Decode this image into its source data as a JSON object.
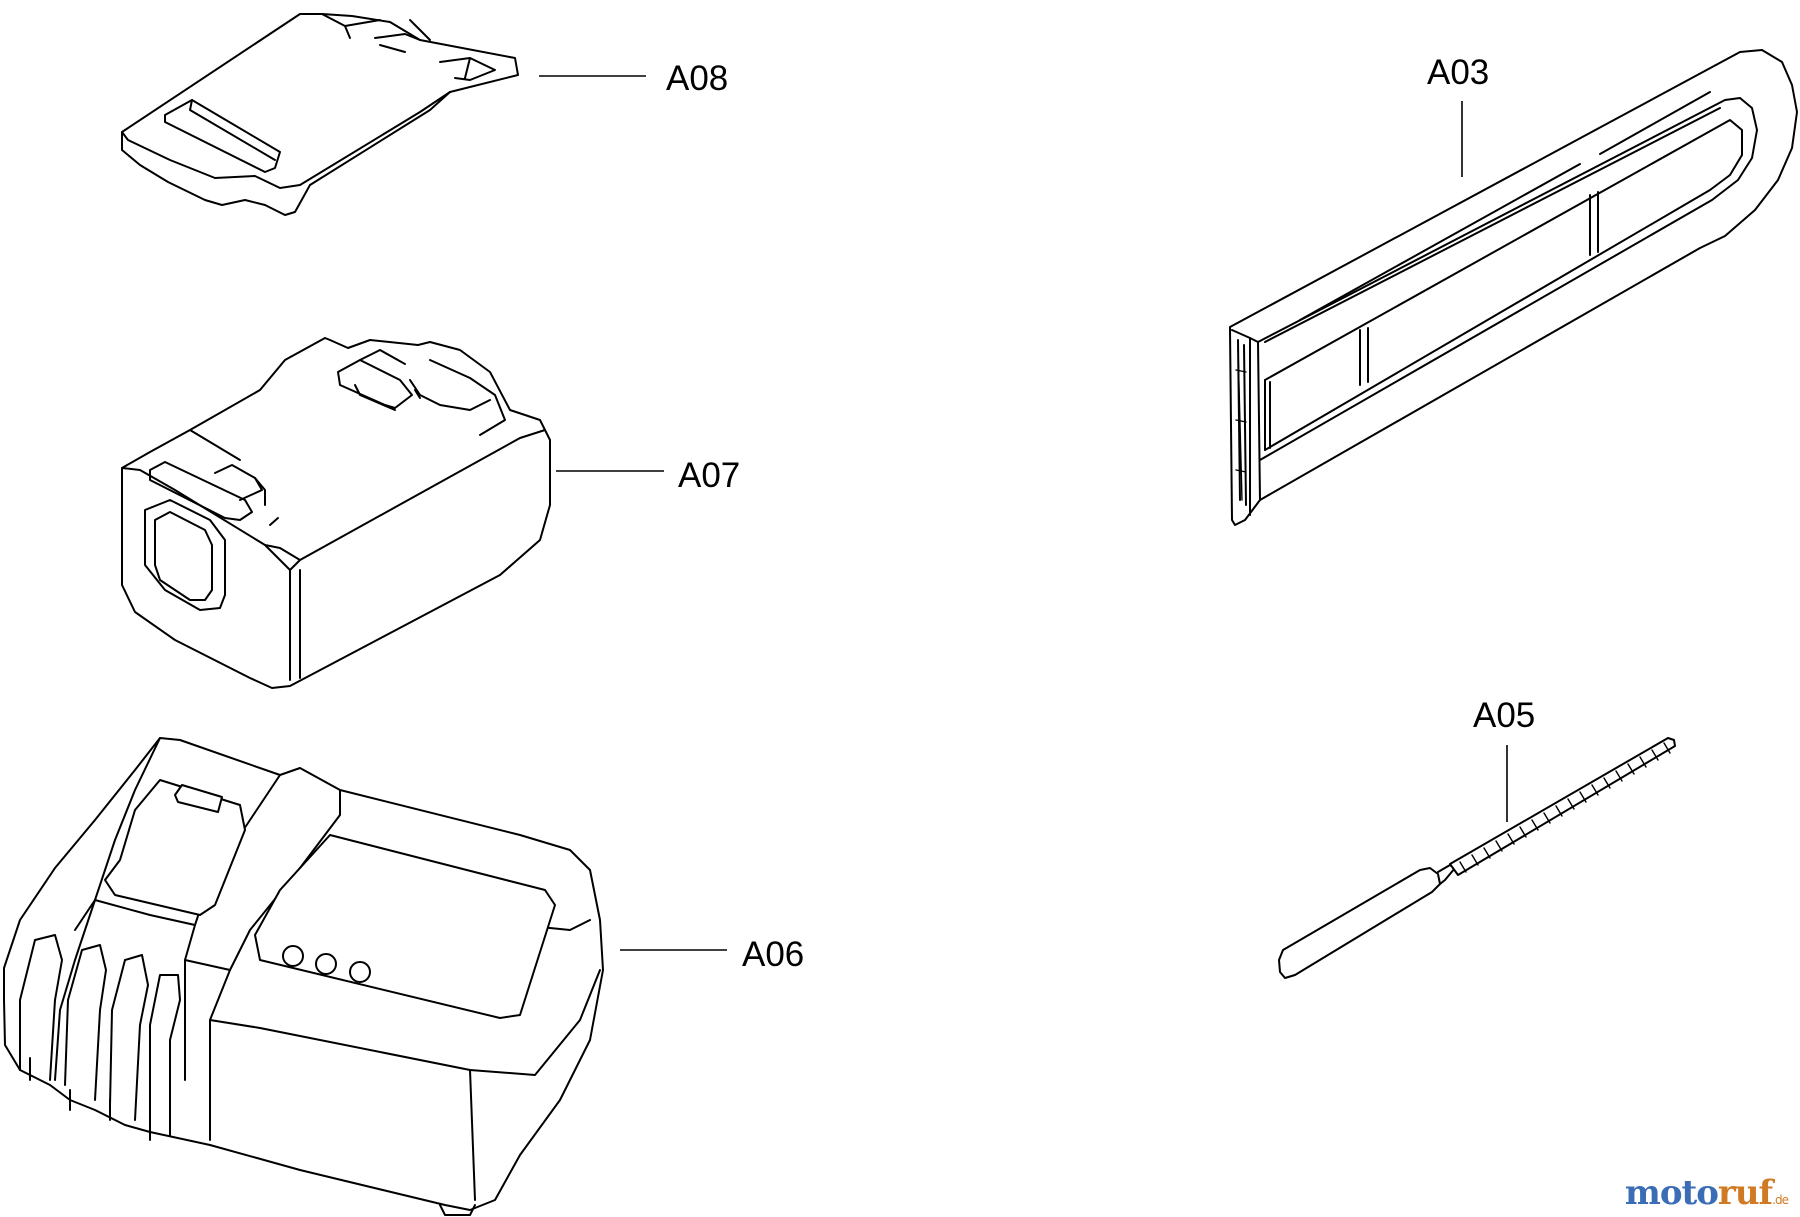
{
  "parts": {
    "a08": {
      "label": "A08",
      "name_icon": "battery-cover-icon"
    },
    "a07": {
      "label": "A07",
      "name_icon": "battery-pack-icon"
    },
    "a06": {
      "label": "A06",
      "name_icon": "battery-charger-icon"
    },
    "a03": {
      "label": "A03",
      "name_icon": "chain-guard-icon"
    },
    "a05": {
      "label": "A05",
      "name_icon": "cleaning-brush-icon"
    }
  },
  "watermark": {
    "main": "motoruf",
    "suffix": ".de",
    "colors": {
      "moto": "#3a6db5",
      "ruf": "#d07a23"
    }
  }
}
